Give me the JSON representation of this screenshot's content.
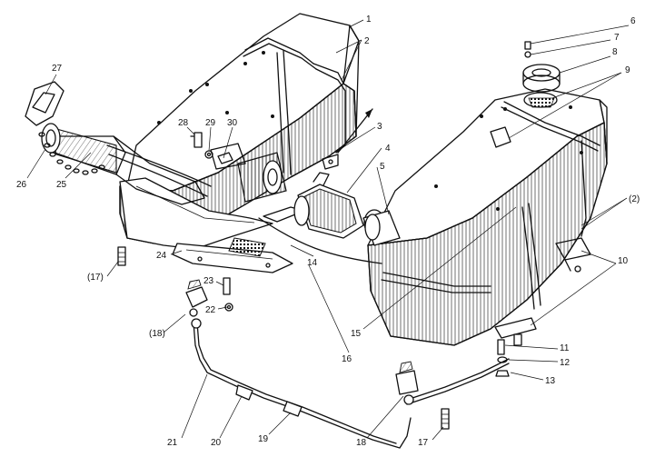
{
  "diagram": {
    "type": "exploded-parts-drawing",
    "subject": "fuel tanks and fuel lines",
    "ink_color": "#111111",
    "background_color": "#ffffff",
    "callouts": [
      "1",
      "2",
      "3",
      "4",
      "5",
      "6",
      "7",
      "8",
      "9",
      "(2)",
      "10",
      "11",
      "12",
      "13",
      "14",
      "15",
      "16",
      "(17)",
      "(18)",
      "17",
      "18",
      "19",
      "20",
      "21",
      "22",
      "23",
      "24",
      "25",
      "26",
      "27",
      "28",
      "29",
      "30"
    ]
  }
}
